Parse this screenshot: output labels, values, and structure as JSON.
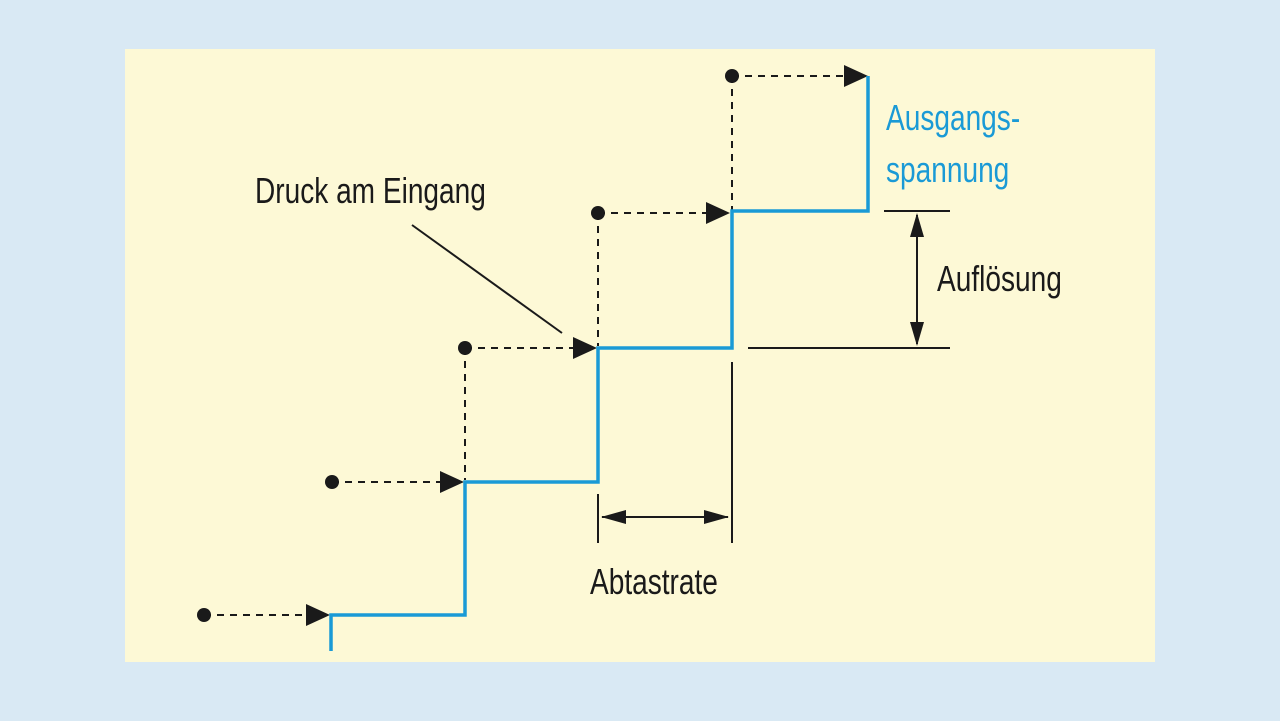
{
  "labels": {
    "input_pressure": "Druck am Eingang",
    "output_voltage_line1": "Ausgangs-",
    "output_voltage_line2": "spannung",
    "resolution": "Auflösung",
    "sampling_rate": "Abtastrate"
  },
  "colors": {
    "page_background": "#d9e9f4",
    "panel_background": "#fdf9d6",
    "output_line": "#1a9ad6",
    "ink": "#1a1a1a"
  }
}
